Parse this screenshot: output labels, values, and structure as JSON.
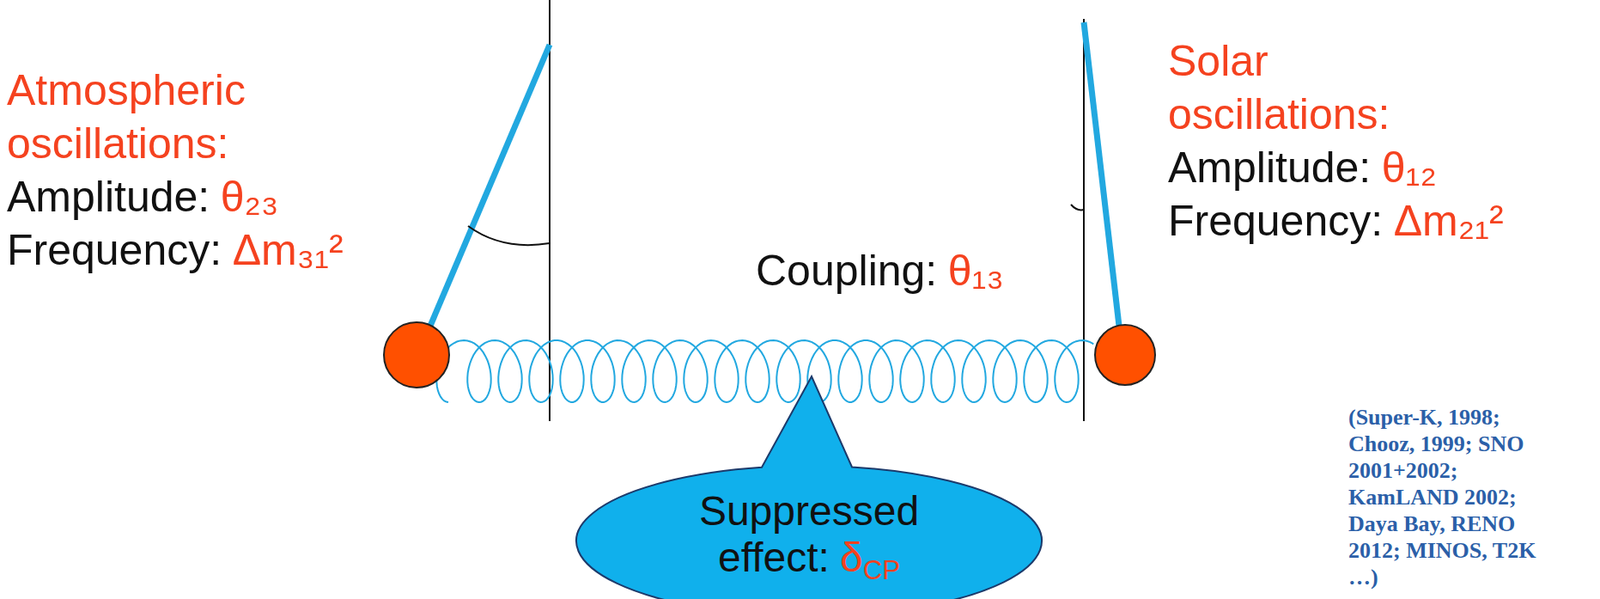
{
  "diagram": {
    "nodes": [
      {
        "text": [
          "Suppressed effect:",
          "δCP"
        ]
      }
    ],
    "labels": [
      "Atmospheric",
      "oscillations:",
      "Amplitude:",
      "θ₂₃",
      "Frequency:",
      "Δm₃₁²",
      "Solar",
      "oscillations:",
      "Amplitude:",
      "θ₁₂",
      "Frequency:",
      "Δm₂₁²",
      "Coupling:",
      "θ₁₃",
      "(Super-K, 1998; Chooz, 1999; SNO 2001+2002; KamLAND 2002; Daya Bay, RENO 2012; MINOS, T2K …)"
    ]
  }
}
